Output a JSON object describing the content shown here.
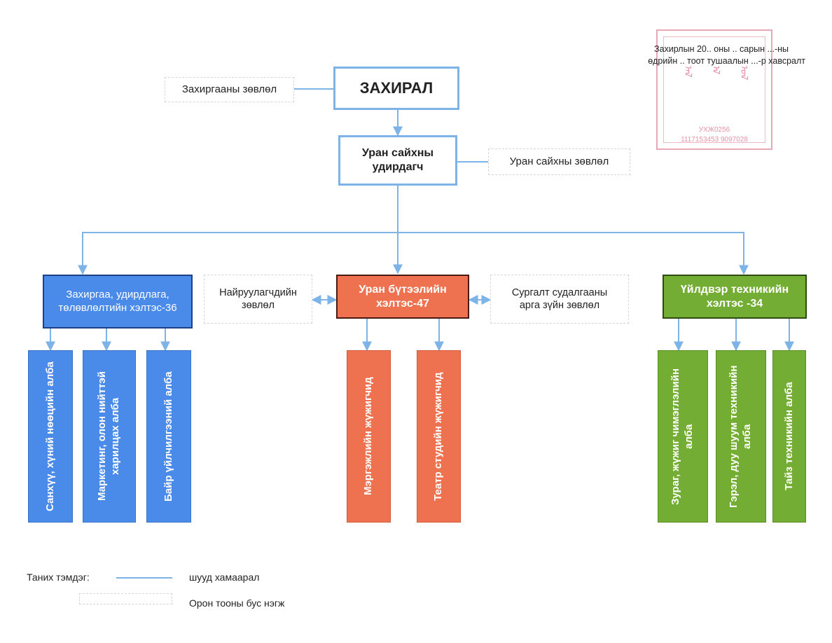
{
  "director": {
    "label": "ЗАХИРАЛ"
  },
  "admin_council": {
    "label": "Захиргааны зөвлөл"
  },
  "art_director": {
    "line1": "Уран сайхны",
    "line2": "удирдагч"
  },
  "art_council": {
    "label": "Уран сайхны зөвлөл"
  },
  "admin_dept": {
    "line1": "Захиргаа, удирдлага,",
    "line2": "төлөвлөлтийн хэлтэс-36"
  },
  "directors_council": {
    "line1": "Найруулагчдийн",
    "line2": "зөвлөл"
  },
  "creative_dept": {
    "line1": "Уран бүтээлийн",
    "line2": "хэлтэс-47"
  },
  "method_council": {
    "line1": "Сургалт судалгааны",
    "line2": "арга зүйн зөвлөл"
  },
  "production_dept": {
    "line1": "Үйлдвэр техникийн",
    "line2": "хэлтэс -34"
  },
  "units": {
    "finance": "Санхүү, хүний нөөцийн алба",
    "marketing": "Маркетинг, олон нийттэй харилцах алба",
    "facility": "Байр үйлчилгээний алба",
    "professional_actors": "Мэргэжлийн жүжигчид",
    "studio_actors": "Театр студийн жүжигчид",
    "decor": "Зураг, жүжиг чимэглэлийн алба",
    "light_sound": "Гэрэл, дуу шуум техникийн алба",
    "stage_tech": "Тайз техникийн алба"
  },
  "note": {
    "line1": "Захирлын 20.. оны .. сарын ...-ны",
    "line2": "өдрийн .. тоот тушаалын ...-р хавсралт"
  },
  "stamp": {
    "code1": "УХЖ0256",
    "code2": "1117153453 9097028"
  },
  "legend": {
    "title": "Таних тэмдэг:",
    "line_label": "шууд хамаарал",
    "dashed_label": "Орон тооны бус нэгж"
  },
  "colors": {
    "connector": "#7db3e6",
    "blue": "#4a8ae8",
    "orange": "#ee7250",
    "green": "#74ad33"
  }
}
